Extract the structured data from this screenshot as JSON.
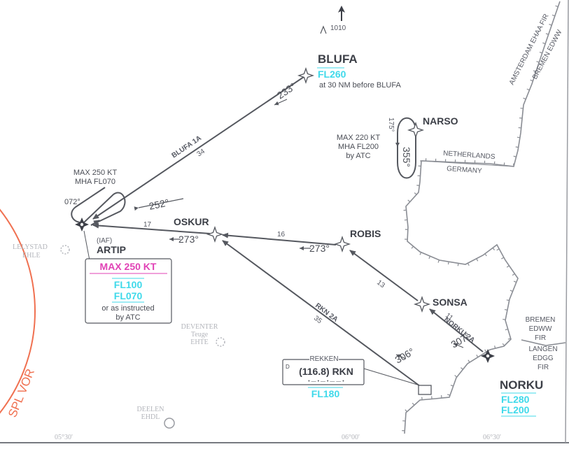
{
  "labels": {
    "north_elev": "1010",
    "blufa_name": "BLUFA",
    "blufa_fl": "FL260",
    "blufa_note": "at 30 NM before BLUFA",
    "narso_name": "NARSO",
    "narso_max": "MAX 220 KT",
    "narso_mha": "MHA FL200",
    "narso_atc": "by ATC",
    "narso_out": "175°",
    "narso_in": "355°",
    "artip_hold_max": "MAX 250 KT",
    "artip_hold_mha": "MHA FL070",
    "artip_out": "072°",
    "artip_in": "252°",
    "oskur_name": "OSKUR",
    "robis_name": "ROBIS",
    "sonsa_name": "SONSA",
    "artip_iaf": "(IAF)",
    "artip_name": "ARTIP",
    "artip_speed": "MAX 250 KT",
    "artip_fl1": "FL100",
    "artip_fl2": "FL070",
    "artip_note1": "or as instructed",
    "artip_note2": "by ATC",
    "norku_name": "NORKU",
    "norku_fl1": "FL280",
    "norku_fl2": "FL200",
    "rekken_title": "REKKEN",
    "rekken_d": "D",
    "rekken_freq": "(116.8) RKN",
    "rekken_morse": "• — •   — • —   — •",
    "rekken_fl": "FL180",
    "lelystad_1": "LELYSTAD",
    "lelystad_2": "EHLE",
    "deventer_1": "DEVENTER",
    "deventer_2": "Teuge",
    "deventer_3": "EHTE",
    "deelen_1": "DEELEN",
    "deelen_2": "EHDL",
    "spl_vor": "SPL VOR",
    "nl_border": "NETHERLANDS",
    "de_border": "GERMANY",
    "fir_ams": "AMSTERDAM EHAA FIR",
    "fir_brem_top": "BREMEN EDWW",
    "fir_brem_1": "BREMEN",
    "fir_brem_2": "EDWW",
    "fir_brem_3": "FIR",
    "fir_lang_1": "LANGEN",
    "fir_lang_2": "EDGG",
    "fir_lang_3": "FIR",
    "bottom_ticks": [
      "05°30'",
      "06°00'",
      "06°30'"
    ]
  },
  "routes": [
    {
      "name": "BLUFA 1A",
      "distance": "34",
      "course": "233°"
    },
    {
      "name": "RKN 2A",
      "distance": "35",
      "course": "306°"
    },
    {
      "name": "NORKU 2A",
      "distance": "11",
      "course": "307°"
    },
    {
      "name": "",
      "distance": "17",
      "course": "273°"
    },
    {
      "name": "",
      "distance": "16",
      "course": "273°"
    },
    {
      "name": "",
      "distance": "13",
      "course": ""
    }
  ],
  "colors": {
    "flight_level": "#3fd9ea",
    "speed_limit": "#e041b5",
    "vor_circle": "#f07050",
    "route_line": "#55585f"
  }
}
